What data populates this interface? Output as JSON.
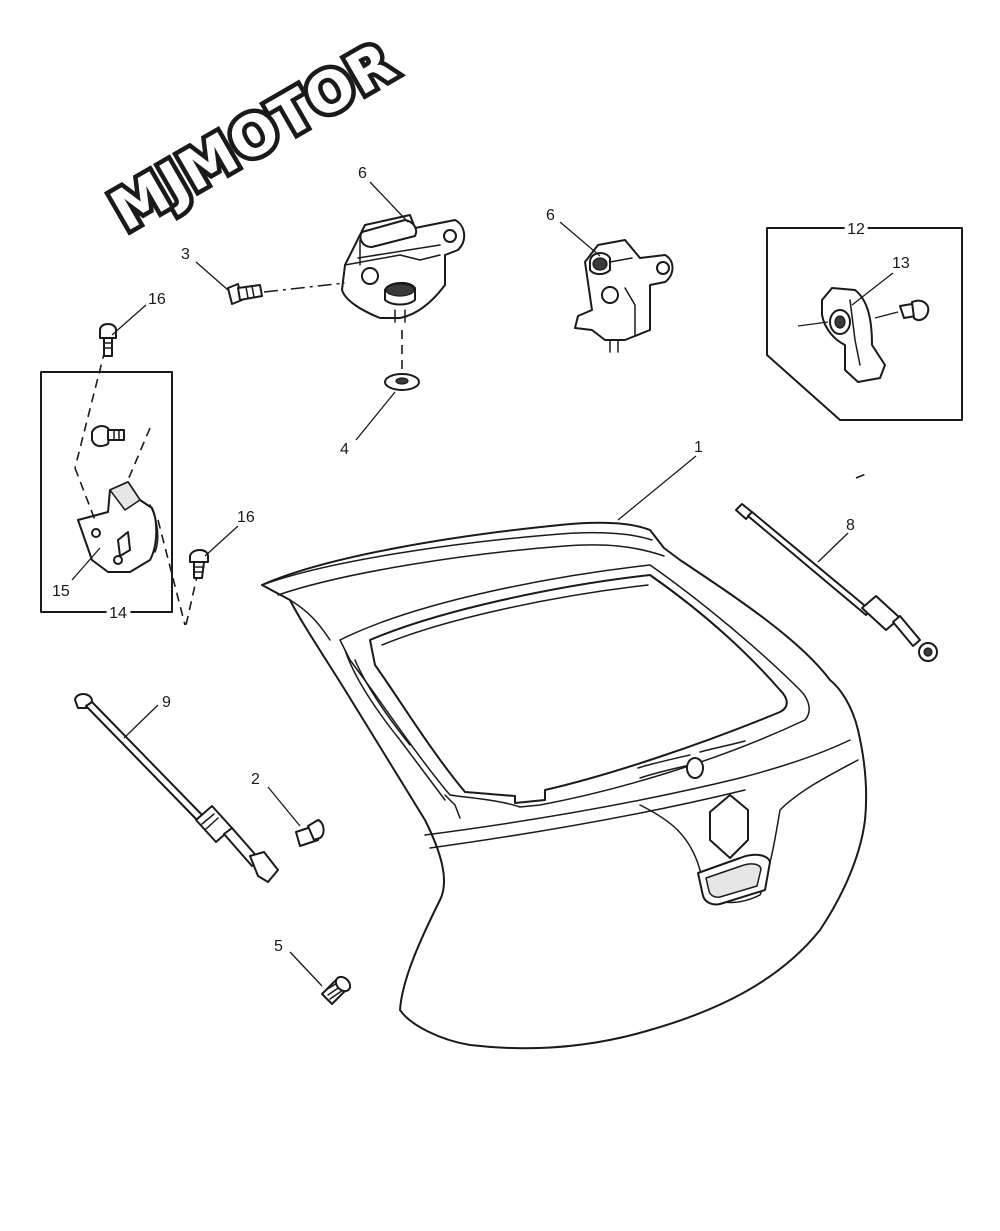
{
  "watermark": {
    "text": "MJMOTOR"
  },
  "callouts": {
    "c1": "1",
    "c2": "2",
    "c3": "3",
    "c4": "4",
    "c5": "5",
    "c6a": "6",
    "c6b": "6",
    "c8": "8",
    "c9": "9",
    "c12": "12",
    "c13": "13",
    "c14": "14",
    "c15": "15",
    "c16a": "16",
    "c16b": "16"
  }
}
